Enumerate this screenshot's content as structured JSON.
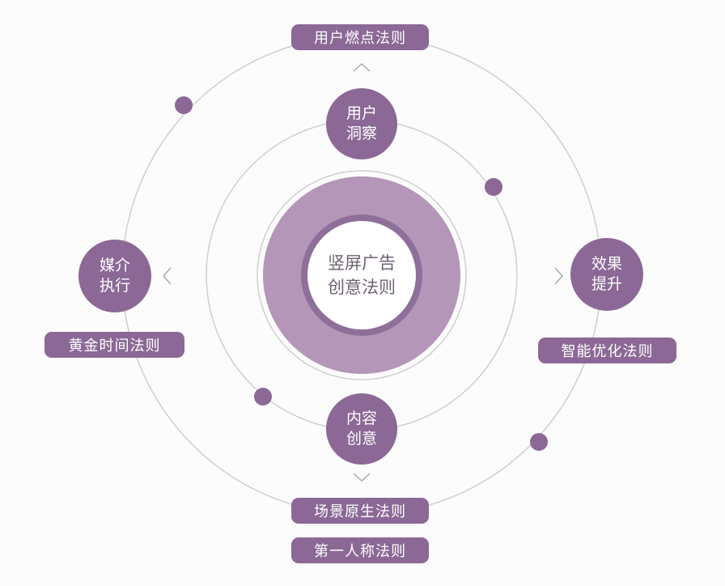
{
  "center": {
    "line1": "竖屏广告",
    "line2": "创意法则"
  },
  "nodes": {
    "top": {
      "line1": "用户",
      "line2": "洞察"
    },
    "bottom": {
      "line1": "内容",
      "line2": "创意"
    },
    "left": {
      "line1": "媒介",
      "line2": "执行"
    },
    "right": {
      "line1": "效果",
      "line2": "提升"
    }
  },
  "labels": {
    "top": "用户燃点法则",
    "left": "黄金时间法则",
    "right": "智能优化法则",
    "bottom1": "场景原生法则",
    "bottom2": "第一人称法则"
  },
  "colors": {
    "primary": "#8b6896",
    "ring": "#b396b8",
    "ring_dark": "#8e6f9a"
  }
}
